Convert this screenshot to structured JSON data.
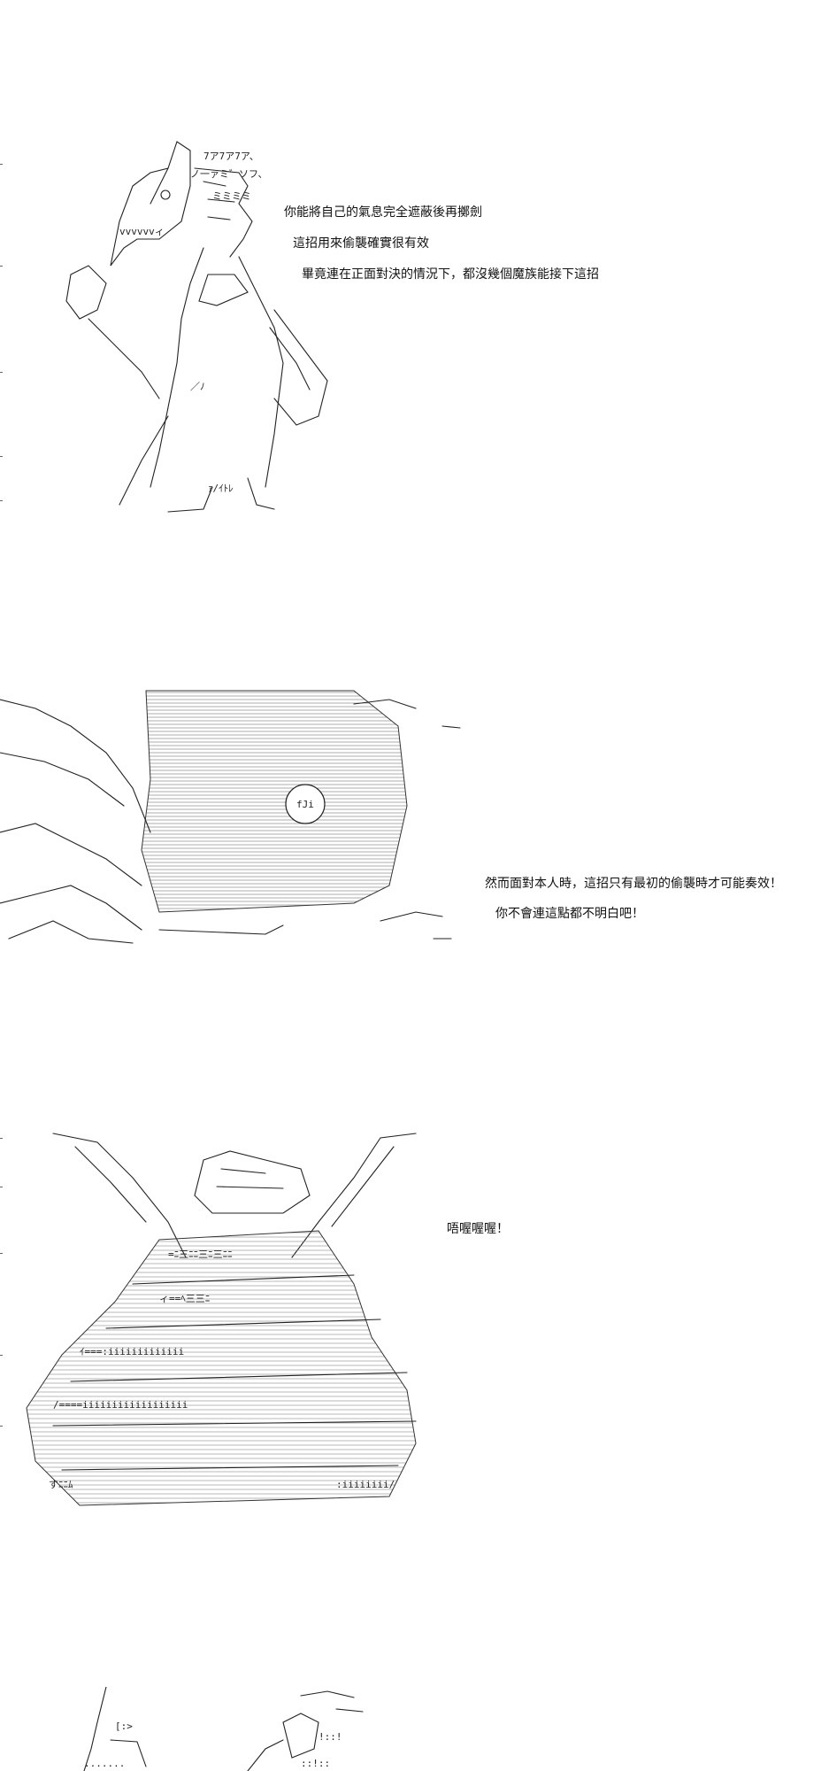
{
  "panels": [
    {
      "id": "panel-1",
      "lines": [
        "你能將自己的氣息完全遮蔽後再擲劍",
        "這招用來偷襲確實很有效",
        "畢竟連在正面對決的情況下，都沒幾個魔族能接下這招"
      ]
    },
    {
      "id": "panel-2",
      "lines": [
        "然而面對本人時，這招只有最初的偷襲時才可能奏效！",
        "你不會連這點都不明白吧！"
      ]
    },
    {
      "id": "panel-3",
      "lines": [
        "唔喔喔喔！"
      ]
    }
  ]
}
